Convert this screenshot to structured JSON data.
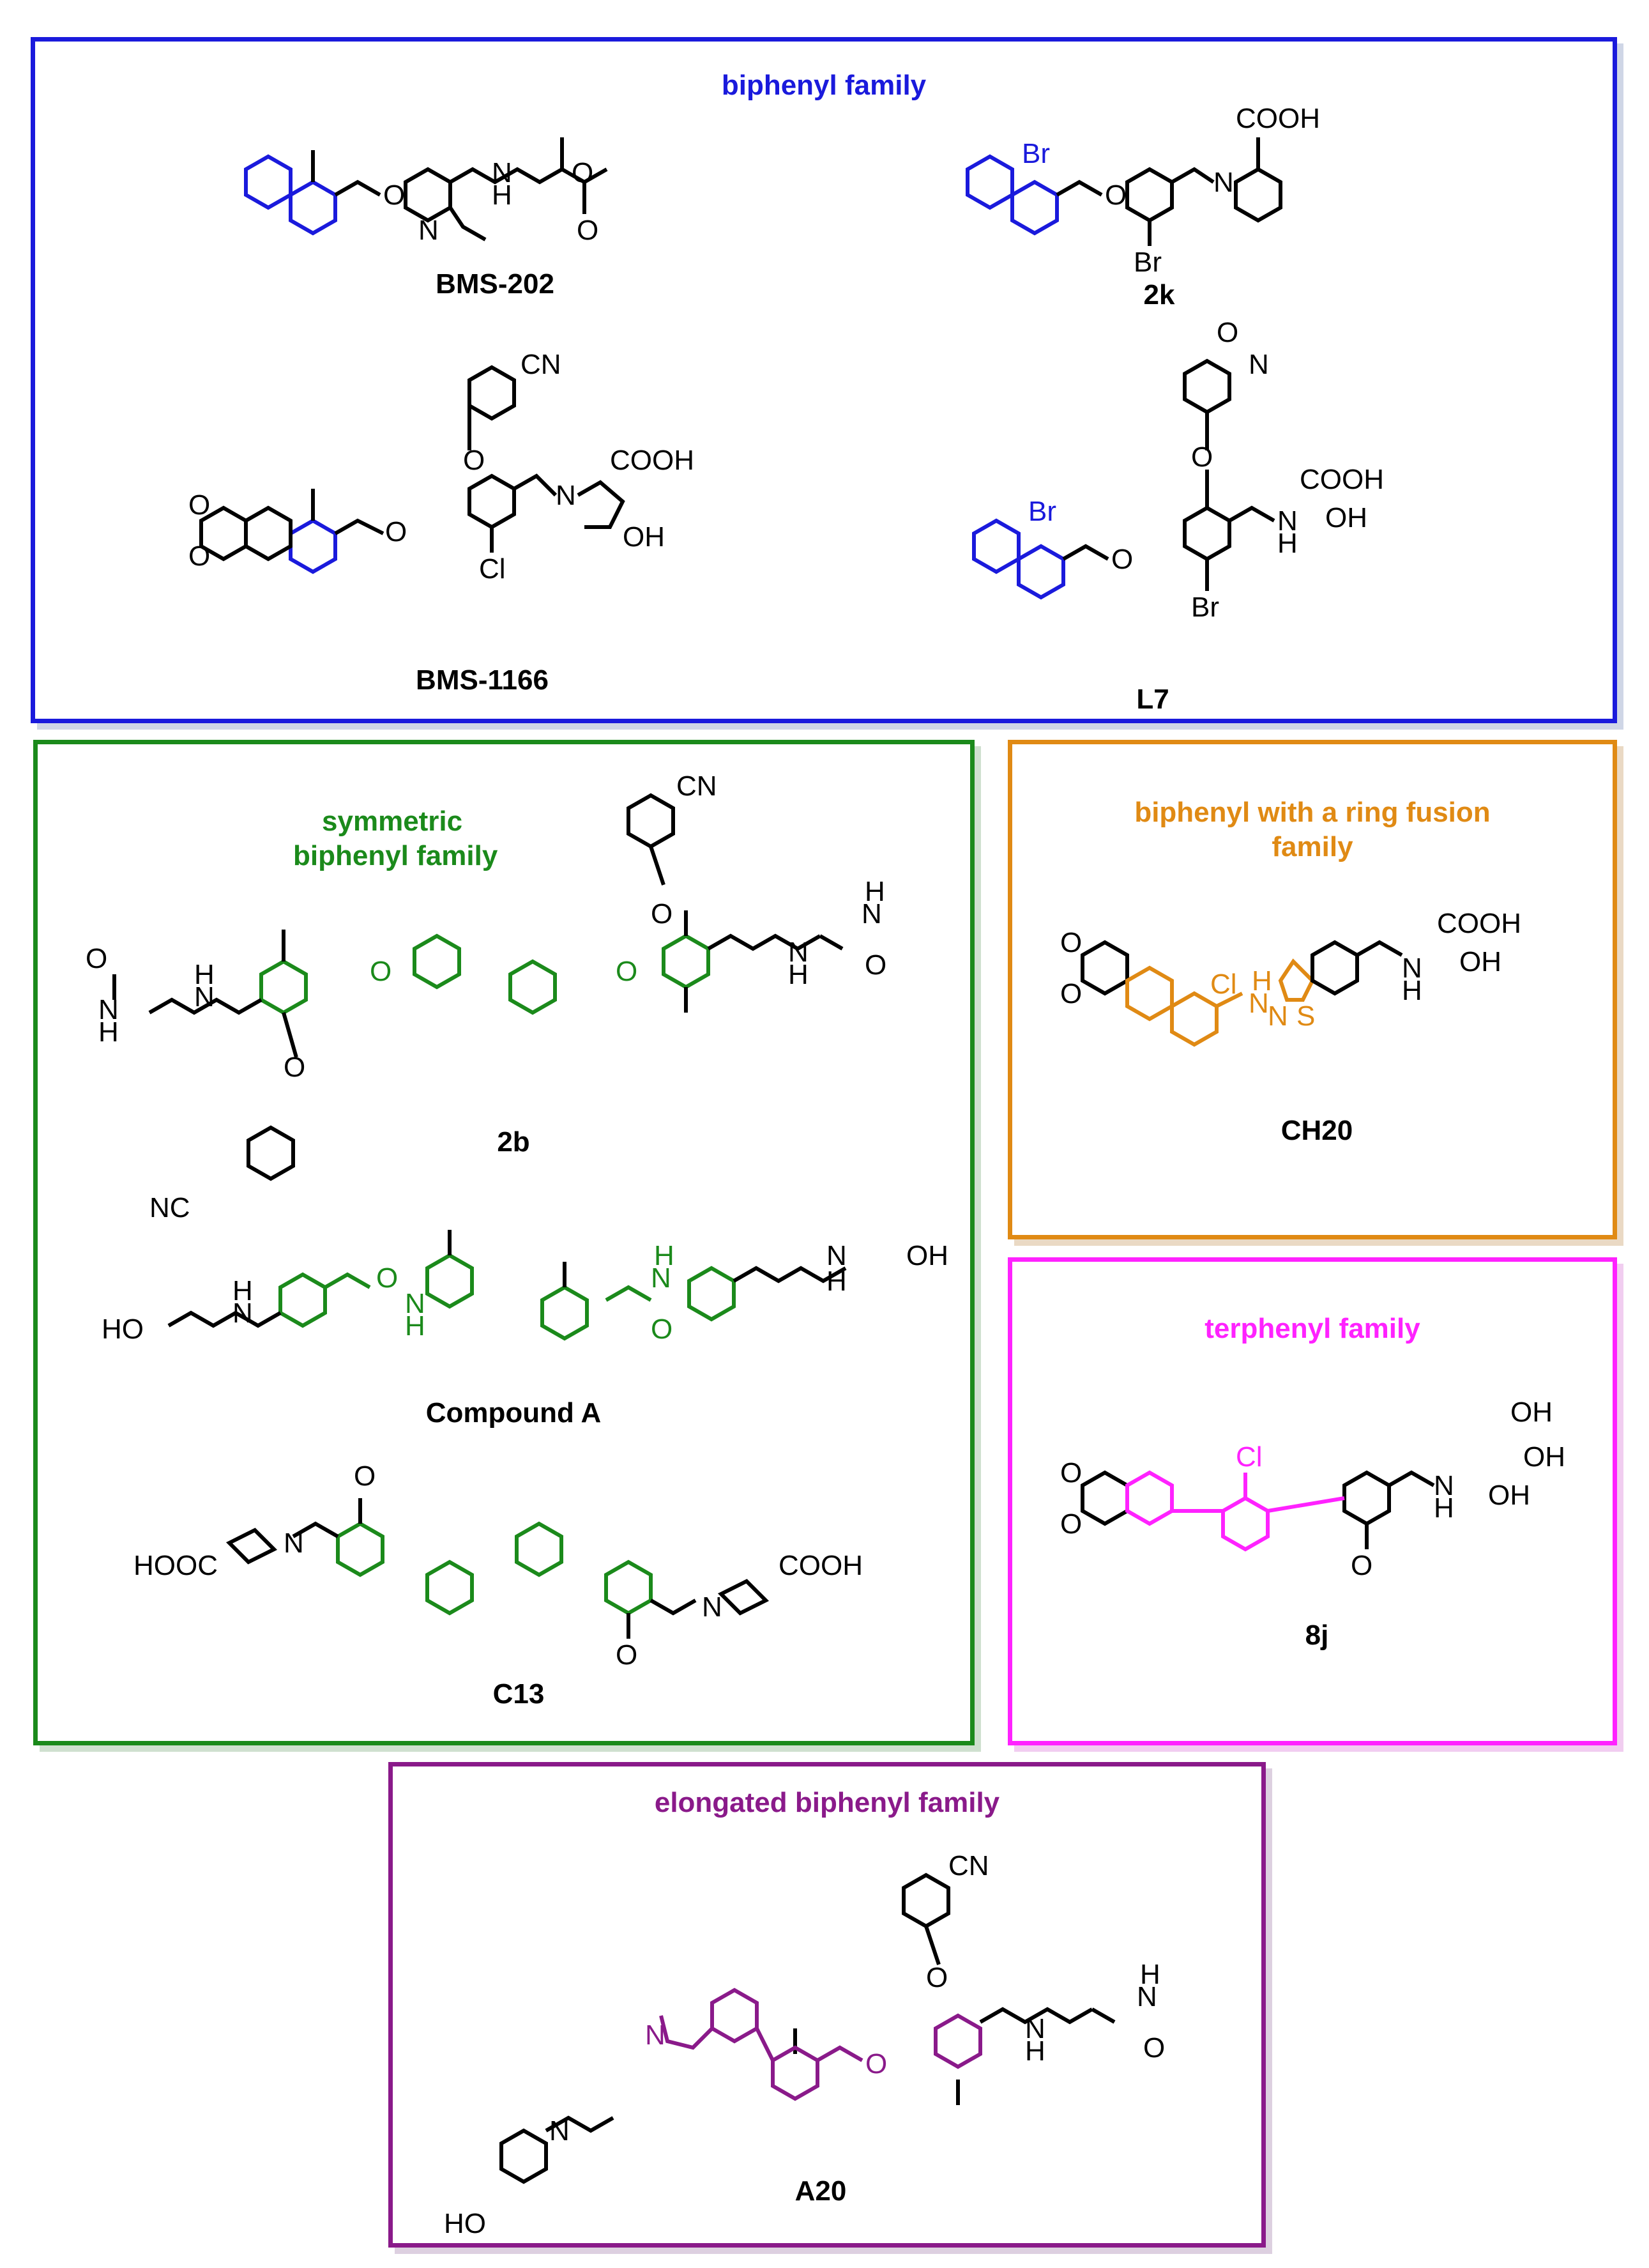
{
  "colors": {
    "biphenyl": "#1a1adc",
    "symmetric": "#1b8a1b",
    "ring_fusion": "#e08a14",
    "terphenyl": "#ff22ff",
    "elongated": "#8a1a8a",
    "skeleton": "#000000"
  },
  "panels": {
    "biphenyl": {
      "title": "biphenyl family",
      "compounds": [
        "BMS-202",
        "2k",
        "BMS-1166",
        "L7"
      ]
    },
    "symmetric": {
      "title_line1": "symmetric",
      "title_line2": "biphenyl family",
      "compounds": [
        "2b",
        "Compound A",
        "C13"
      ]
    },
    "ring_fusion": {
      "title_line1": "biphenyl with a ring fusion",
      "title_line2": "family",
      "compounds": [
        "CH20"
      ]
    },
    "terphenyl": {
      "title": "terphenyl family",
      "compounds": [
        "8j"
      ]
    },
    "elongated": {
      "title": "elongated biphenyl family",
      "compounds": [
        "A20"
      ]
    }
  },
  "atoms": {
    "cooh": "COOH",
    "hooc": "HOOC",
    "cn": "CN",
    "nc": "NC",
    "oh": "OH",
    "ho": "HO",
    "n": "N",
    "h": "H",
    "o": "O",
    "s": "S",
    "br": "Br",
    "cl": "Cl"
  }
}
